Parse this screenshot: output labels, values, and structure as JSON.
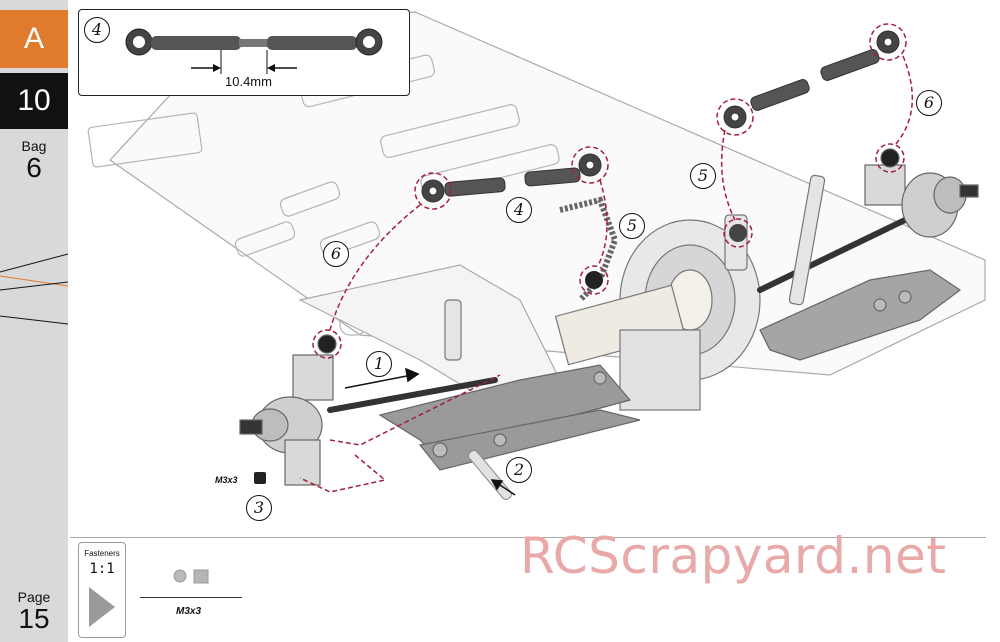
{
  "sidebar": {
    "section": "A",
    "step": "10",
    "bag_label": "Bag",
    "bag_number": "6",
    "page_label": "Page",
    "page_number": "15",
    "accent_color": "#e07a2c"
  },
  "callout": {
    "step_number": "4",
    "measurement": "10.4mm"
  },
  "steps": {
    "s1": "1",
    "s2": "2",
    "s3": "3",
    "s4": "4",
    "s5a": "5",
    "s5b": "5",
    "s6a": "6",
    "s6b": "6"
  },
  "screw_label": "M3x3",
  "fasteners": {
    "title": "Fasteners",
    "scale": "1:1",
    "item_label": "M3x3"
  },
  "watermark": "RCScrapyard.net"
}
